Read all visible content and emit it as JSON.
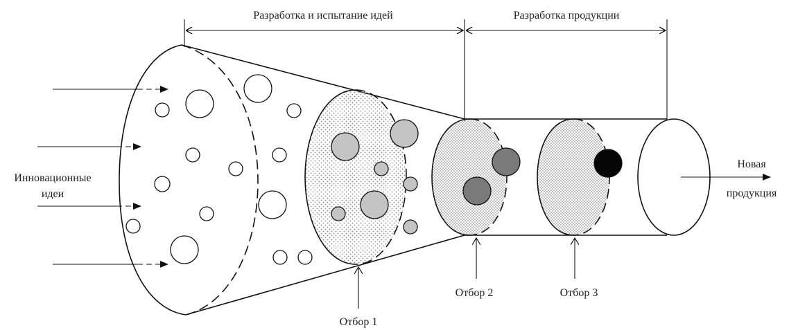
{
  "labels": {
    "phase1": "Разработка и испытание идей",
    "phase2": "Разработка продукции",
    "input_line1": "Инновационные",
    "input_line2": "идеи",
    "output_line1": "Новая",
    "output_line2": "продукция",
    "selection1": "Отбор 1",
    "selection2": "Отбор 2",
    "selection3": "Отбор 3"
  },
  "colors": {
    "line": "#111111",
    "idea_white": "#ffffff",
    "idea_light_gray": "#c4c4c4",
    "idea_dark_gray": "#7a7a7a",
    "idea_black": "#050505",
    "dotted_fill": "#9a9a9a"
  }
}
